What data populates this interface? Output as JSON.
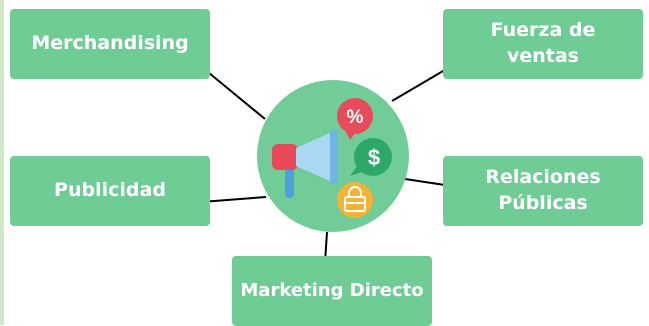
{
  "nodes": {
    "merchandising": "Merchandising",
    "fuerza_de_ventas": "Fuerza de\nventas",
    "publicidad": "Publicidad",
    "relaciones_publicas": "Relaciones\nPúblicas",
    "marketing_directo": "Marketing Directo"
  },
  "center": {
    "icons": [
      "megaphone-icon",
      "percent-badge-icon",
      "dollar-badge-icon",
      "shopping-bag-icon"
    ],
    "percent_symbol": "%",
    "dollar_symbol": "$"
  },
  "colors": {
    "box_fill": "#70cc95",
    "circle_fill": "#72cc97",
    "text": "#ffffff",
    "arrow": "#000000",
    "percent_badge": "#e74c5a",
    "dollar_badge": "#2ea86a",
    "bag": "#f5b335",
    "megaphone_blue": "#a9d8f2",
    "megaphone_red": "#e84a5a"
  }
}
